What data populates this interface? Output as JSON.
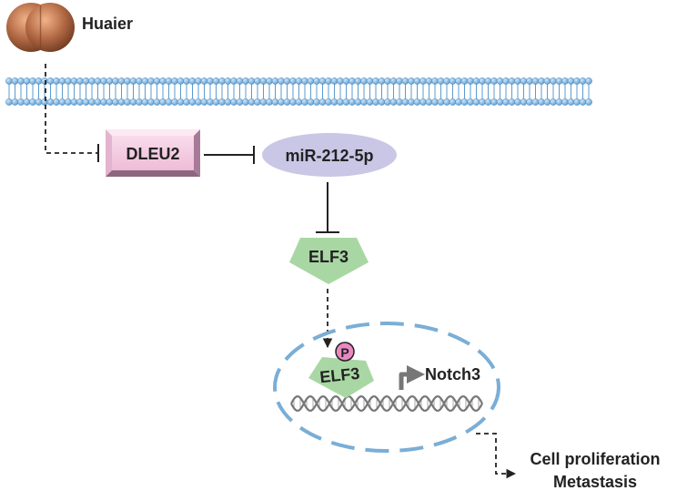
{
  "labels": {
    "huaier": "Huaier",
    "dleu2": "DLEU2",
    "mirna": "miR-212-5p",
    "elf3_cyto": "ELF3",
    "elf3_nuc": "ELF3",
    "phospho": "P",
    "notch3": "Notch3",
    "outcome_1": "Cell proliferation",
    "outcome_2": "Metastasis"
  },
  "colors": {
    "huaier_body": "#b36a45",
    "membrane": "#7ab3de",
    "dleu2_box": "#f2c4dc",
    "dleu2_edge": "#a77b98",
    "mirna_ellipse": "#c9c6e6",
    "elf3": "#a9d7a4",
    "phospho_circle": "#e889c2",
    "nucleus": "#7aaed6",
    "dna": "#777777",
    "arrow": "#222222"
  }
}
